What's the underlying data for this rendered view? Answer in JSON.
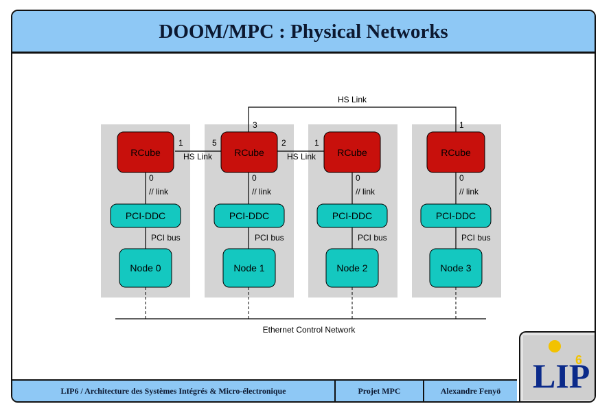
{
  "title": "DOOM/MPC : Physical Networks",
  "footer": {
    "org": "LIP6 / Architecture des Systèmes Intégrés & Micro-électronique",
    "project": "Projet MPC",
    "author": "Alexandre Fenyö"
  },
  "logo": {
    "text": "LIP",
    "superscript": "6"
  },
  "colors": {
    "title_bg": "#8ec8f5",
    "rcube": "#c8100c",
    "pci": "#14c8c0",
    "panel": "#d4d4d4"
  },
  "nodes": [
    {
      "rcube": "RCube",
      "pci": "PCI-DDC",
      "node": "Node 0",
      "port": "0",
      "link": "// link",
      "bus": "PCI bus"
    },
    {
      "rcube": "RCube",
      "pci": "PCI-DDC",
      "node": "Node 1",
      "port": "0",
      "link": "// link",
      "bus": "PCI bus"
    },
    {
      "rcube": "RCube",
      "pci": "PCI-DDC",
      "node": "Node 2",
      "port": "0",
      "link": "// link",
      "bus": "PCI bus"
    },
    {
      "rcube": "RCube",
      "pci": "PCI-DDC",
      "node": "Node 3",
      "port": "0",
      "link": "// link",
      "bus": "PCI bus"
    }
  ],
  "links": {
    "hs_label": "HS Link",
    "top_port_1": "3",
    "top_port_3": "1",
    "l01_port_a": "1",
    "l01_port_b": "5",
    "l12_port_a": "2",
    "l12_port_b": "1"
  },
  "ethernet": "Ethernet Control Network"
}
